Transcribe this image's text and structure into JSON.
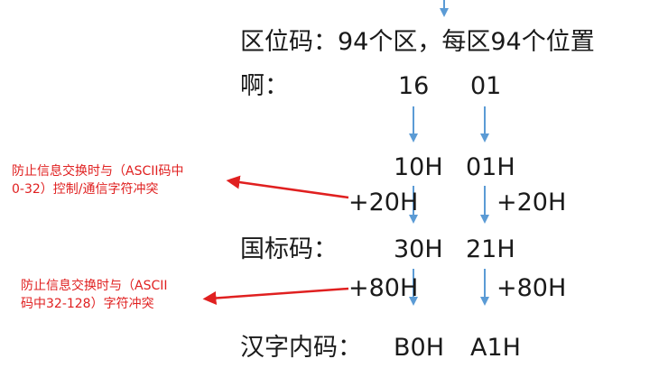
{
  "header": {
    "text": "区位码：94个区，每区94个位置"
  },
  "example": {
    "char_label": "啊：",
    "area_code": "16",
    "pos_code": "01"
  },
  "hex": {
    "area": "10H",
    "pos": "01H"
  },
  "add_20": {
    "left": "+20H",
    "right": "+20H"
  },
  "guobiao": {
    "label": "国标码：",
    "area": "30H",
    "pos": "21H"
  },
  "add_80": {
    "left": "+80H",
    "right": "+80H"
  },
  "internal": {
    "label": "汉字内码：",
    "area": "B0H",
    "pos": "A1H"
  },
  "notes": {
    "note1": [
      "防止信息交换时与（ASCII码中",
      "0-32）控制/通信字符冲突"
    ],
    "note2": [
      "防止信息交换时与（ASCII",
      "码中32-128）字符冲突"
    ]
  },
  "colors": {
    "flow_arrow": "#5b9bd5",
    "note_arrow": "#e02020",
    "note_text": "#e02020",
    "text": "#1a1a1a"
  }
}
